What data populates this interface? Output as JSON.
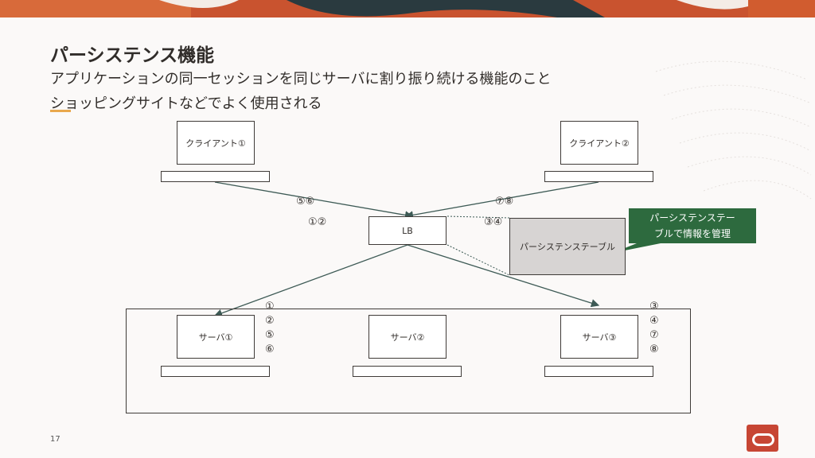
{
  "title": "パーシステンス機能",
  "subtitle1": "アプリケーションの同一セッションを同じサーバに割り振り続ける機能のこと",
  "subtitle2": "ショッピングサイトなどでよく使用される",
  "diagram": {
    "client1": "クライアント①",
    "client2": "クライアント②",
    "lb": "LB",
    "persistence_table": "パーシステンステーブル",
    "server1": "サーバ①",
    "server2": "サーバ②",
    "server3": "サーバ③",
    "seq_client1_a": "⑤⑥",
    "seq_client1_b": "①②",
    "seq_client2_a": "⑦⑧",
    "seq_client2_b": "③④",
    "server1_seq": [
      "①",
      "②",
      "⑤",
      "⑥"
    ],
    "server3_seq": [
      "③",
      "④",
      "⑦",
      "⑧"
    ]
  },
  "callout": {
    "line1": "パーシステンステー",
    "line2": "ブルで情報を管理"
  },
  "page_number": "17",
  "colors": {
    "callout_bg": "#2d6a3e",
    "table_bg": "#d7d4d3",
    "accent": "#e9a84d",
    "logo": "#c74634"
  }
}
